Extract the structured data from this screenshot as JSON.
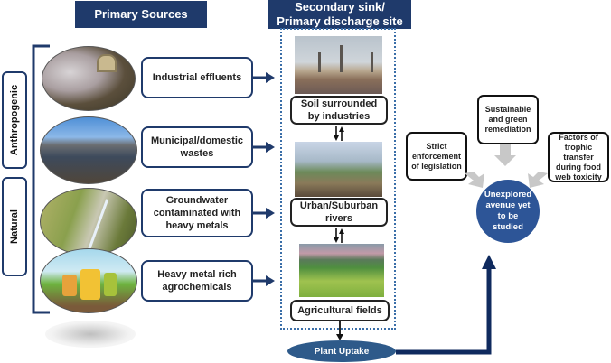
{
  "headers": {
    "primary_sources": "Primary Sources",
    "secondary_sink": "Secondary sink/ Primary discharge site"
  },
  "categories": {
    "anthropogenic": "Anthropogenic",
    "natural": "Natural"
  },
  "sources": [
    {
      "label": "Industrial effluents",
      "image": "industrial-effluent-pipe-image"
    },
    {
      "label": "Municipal/domestic wastes",
      "image": "garbage-dump-image"
    },
    {
      "label": "Groundwater contaminated with heavy metals",
      "image": "groundwater-pump-image"
    },
    {
      "label": "Heavy metal rich agrochemicals",
      "image": "agrochemical-containers-image"
    }
  ],
  "sinks": [
    {
      "label": "Soil surrounded by industries",
      "image": "factory-smokestacks-waste-image"
    },
    {
      "label": "Urban/Suburban rivers",
      "image": "riverbank-tree-image"
    },
    {
      "label": "Agricultural fields",
      "image": "rice-fields-image"
    }
  ],
  "plant_uptake": "Plant Uptake",
  "research": {
    "center": "Unexplored avenue yet to be studied",
    "topics": [
      "Strict enforcement of legislation",
      "Sustainable and green remediation",
      "Factors of trophic transfer during food web toxicity"
    ]
  },
  "colors": {
    "navy": "#1f3a6b",
    "circle_blue": "#2d5597",
    "arrow_gray": "#c8c8c8"
  }
}
